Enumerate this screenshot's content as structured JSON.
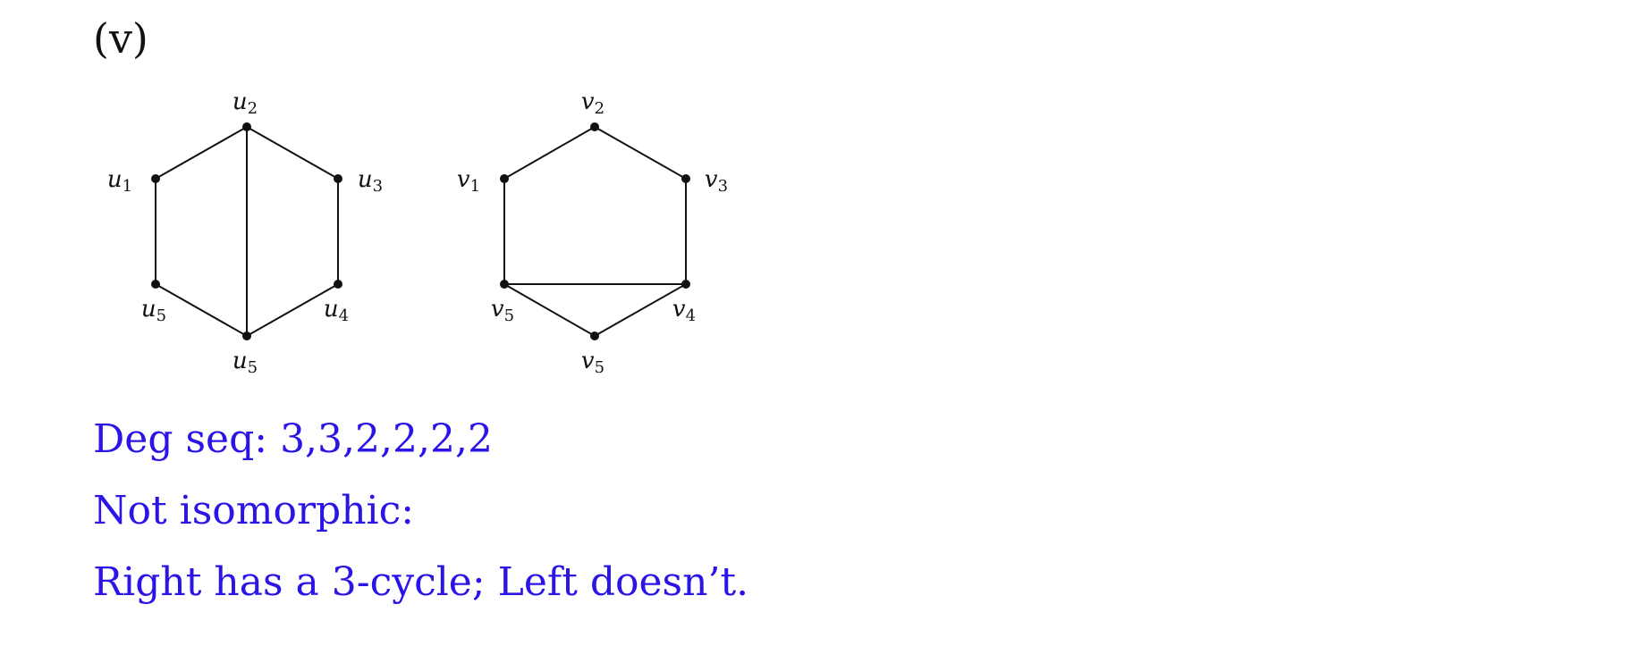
{
  "part_label": "(v)",
  "answer_color": "#2a14e6",
  "graphs": [
    {
      "name": "left-graph",
      "vertices": [
        {
          "id": "u1",
          "letter": "u",
          "sub": "1"
        },
        {
          "id": "u2",
          "letter": "u",
          "sub": "2"
        },
        {
          "id": "u3",
          "letter": "u",
          "sub": "3"
        },
        {
          "id": "u4",
          "letter": "u",
          "sub": "4"
        },
        {
          "id": "u5b",
          "letter": "u",
          "sub": "5"
        },
        {
          "id": "u5l",
          "letter": "u",
          "sub": "5"
        }
      ],
      "edges": [
        [
          "u1",
          "u2"
        ],
        [
          "u2",
          "u3"
        ],
        [
          "u3",
          "u4"
        ],
        [
          "u4",
          "u5b"
        ],
        [
          "u5b",
          "u5l"
        ],
        [
          "u5l",
          "u1"
        ],
        [
          "u2",
          "u5b"
        ]
      ]
    },
    {
      "name": "right-graph",
      "vertices": [
        {
          "id": "v1",
          "letter": "v",
          "sub": "1"
        },
        {
          "id": "v2",
          "letter": "v",
          "sub": "2"
        },
        {
          "id": "v3",
          "letter": "v",
          "sub": "3"
        },
        {
          "id": "v4",
          "letter": "v",
          "sub": "4"
        },
        {
          "id": "v5b",
          "letter": "v",
          "sub": "5"
        },
        {
          "id": "v5l",
          "letter": "v",
          "sub": "5"
        }
      ],
      "edges": [
        [
          "v1",
          "v2"
        ],
        [
          "v2",
          "v3"
        ],
        [
          "v3",
          "v4"
        ],
        [
          "v4",
          "v5b"
        ],
        [
          "v5b",
          "v5l"
        ],
        [
          "v5l",
          "v1"
        ],
        [
          "v5l",
          "v4"
        ]
      ]
    }
  ],
  "answers": {
    "degree_sequence": "Deg seq:  3,3,2,2,2,2",
    "verdict": "Not isomorphic:",
    "reason": "Right has a 3-cycle; Left doesn’t."
  }
}
